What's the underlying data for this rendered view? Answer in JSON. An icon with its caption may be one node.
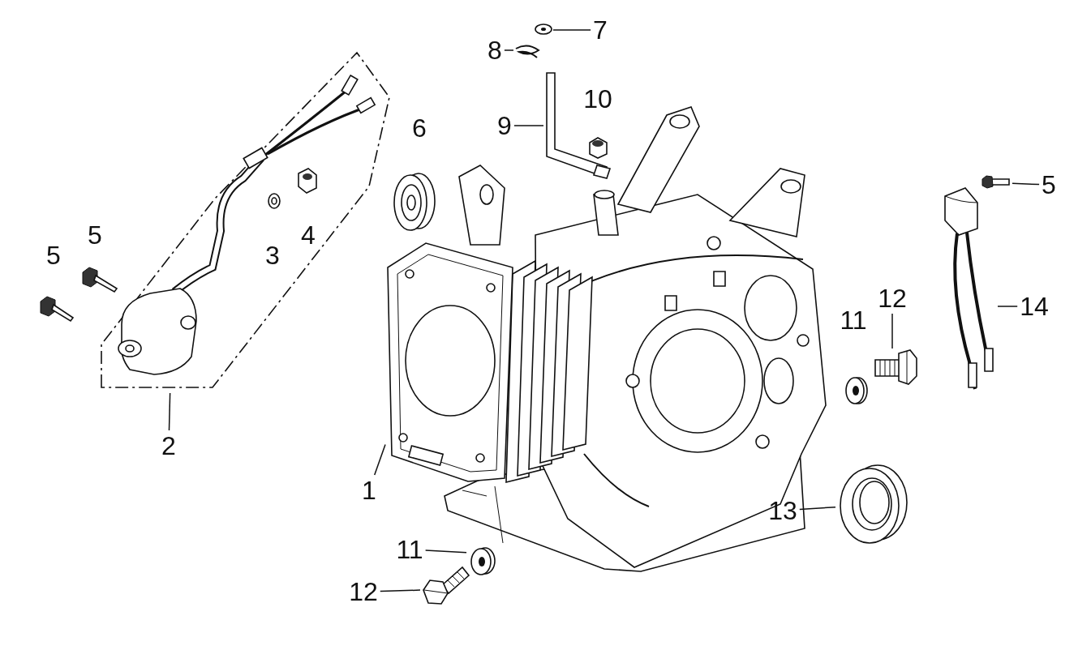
{
  "diagram": {
    "nodes": [
      {
        "text": [
          "7"
        ]
      },
      {
        "text": [],
        "shape": "picture"
      },
      {
        "text": [
          "8"
        ]
      },
      {
        "text": [],
        "shape": "picture"
      },
      {
        "text": [
          "9"
        ]
      },
      {
        "text": [],
        "shape": "picture"
      },
      {
        "text": [
          "5"
        ]
      },
      {
        "text": [],
        "shape": "picture"
      },
      {
        "text": [
          "12"
        ]
      },
      {
        "text": [],
        "shape": "picture"
      },
      {
        "text": [
          "14"
        ]
      },
      {
        "text": [],
        "shape": "picture"
      },
      {
        "text": [
          "2"
        ]
      },
      {
        "text": [],
        "shape": "picture"
      },
      {
        "text": [
          "1"
        ]
      },
      {
        "text": [],
        "shape": "picture"
      },
      {
        "text": [
          "13"
        ]
      },
      {
        "text": [],
        "shape": "picture"
      },
      {
        "text": [
          "11"
        ]
      },
      {
        "text": [],
        "shape": "picture"
      },
      {
        "text": [
          "12"
        ]
      },
      {
        "text": [],
        "shape": "picture"
      }
    ],
    "edges": [
      {
        "from": 0,
        "to": 1,
        "arrow": "none"
      },
      {
        "from": 2,
        "to": 3,
        "arrow": "none"
      },
      {
        "from": 4,
        "to": 5,
        "arrow": "none"
      },
      {
        "from": 6,
        "to": 7,
        "arrow": "none"
      },
      {
        "from": 8,
        "to": 9,
        "arrow": "none"
      },
      {
        "from": 10,
        "to": 11,
        "arrow": "none"
      },
      {
        "from": 12,
        "to": 13,
        "arrow": "none"
      },
      {
        "from": 14,
        "to": 15,
        "arrow": "none"
      },
      {
        "from": 16,
        "to": 17,
        "arrow": "none"
      },
      {
        "from": 18,
        "to": 19,
        "arrow": "none"
      },
      {
        "from": 20,
        "to": 21,
        "arrow": "none"
      }
    ],
    "labels": [
      "6",
      "10",
      "5",
      "4",
      "3",
      "5",
      "11"
    ]
  }
}
